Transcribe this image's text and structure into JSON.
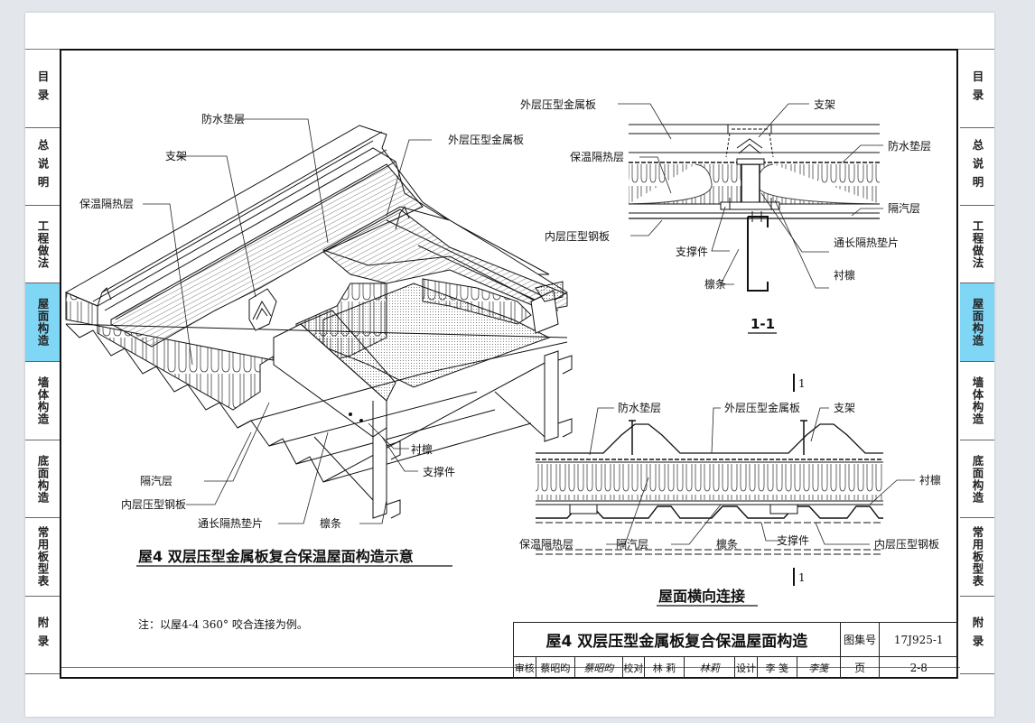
{
  "side_tabs": [
    {
      "label": "目录",
      "active": false
    },
    {
      "label": "总说明",
      "active": false
    },
    {
      "label": "工程做法",
      "active": false
    },
    {
      "label": "屋面构造",
      "active": true
    },
    {
      "label": "墙体构造",
      "active": false
    },
    {
      "label": "底面构造",
      "active": false
    },
    {
      "label": "常用板型表",
      "active": false
    },
    {
      "label": "附录",
      "active": false
    }
  ],
  "iso_view": {
    "caption": "屋4 双层压型金属板复合保温屋面构造示意",
    "labels": {
      "waterproof": "防水垫层",
      "outer_panel": "外层压型金属板",
      "bracket": "支架",
      "insulation": "保温隔热层",
      "vapor": "隔汽层",
      "inner_panel": "内层压型钢板",
      "thermal_pad": "通长隔热垫片",
      "purlin": "檩条",
      "sub_purlin": "衬檩",
      "support": "支撑件"
    }
  },
  "section_1_1": {
    "caption": "1-1",
    "labels": {
      "outer_panel": "外层压型金属板",
      "bracket": "支架",
      "waterproof": "防水垫层",
      "insulation": "保温隔热层",
      "vapor": "隔汽层",
      "inner_panel": "内层压型钢板",
      "thermal_pad": "通长隔热垫片",
      "support": "支撑件",
      "sub_purlin": "衬檩",
      "purlin": "檩条"
    }
  },
  "transverse": {
    "caption": "屋面横向连接",
    "cut_mark": "1",
    "labels": {
      "waterproof": "防水垫层",
      "outer_panel": "外层压型金属板",
      "bracket": "支架",
      "sub_purlin": "衬檩",
      "insulation": "保温隔热层",
      "vapor": "隔汽层",
      "purlin": "檩条",
      "support": "支撑件",
      "inner_panel": "内层压型钢板"
    }
  },
  "note": "注：以屋4-4 360° 咬合连接为例。",
  "title_block": {
    "title": "屋4 双层压型金属板复合保温屋面构造",
    "atlas_label": "图集号",
    "atlas_no": "17J925-1",
    "page_label": "页",
    "page_no": "2-8",
    "review_label": "审核",
    "reviewer": "蔡昭昀",
    "reviewer_sig": "蔡昭昀",
    "check_label": "校对",
    "checker": "林 莉",
    "checker_sig": "林莉",
    "design_label": "设计",
    "designer": "李 笺",
    "designer_sig": "李笺"
  }
}
